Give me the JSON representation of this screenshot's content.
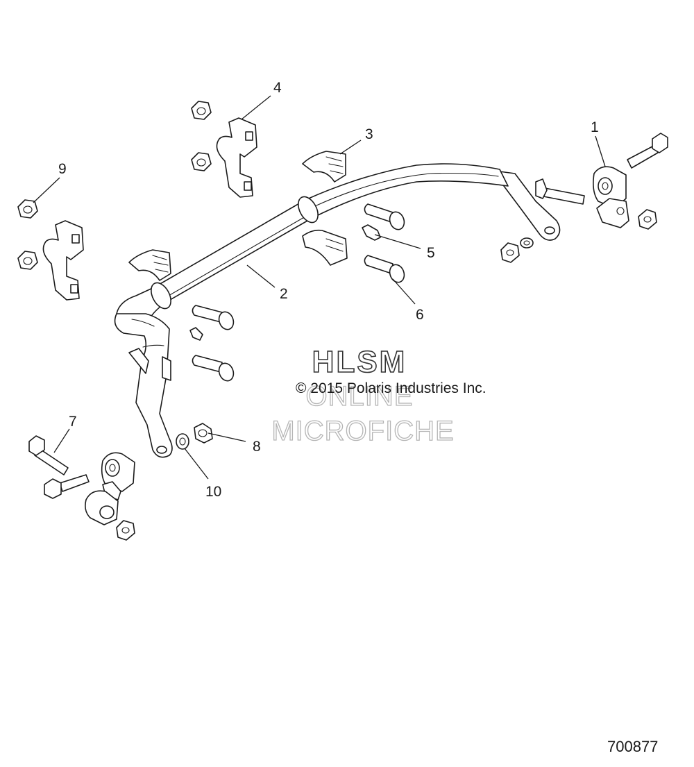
{
  "callouts": [
    "1",
    "2",
    "3",
    "4",
    "5",
    "6",
    "7",
    "8",
    "9",
    "10"
  ],
  "watermark": {
    "line1": "HLSM",
    "line2": "ONLINE",
    "line3": "MICROFICHE"
  },
  "copyright": "© 2015 Polaris Industries Inc.",
  "figure_number": "700877"
}
